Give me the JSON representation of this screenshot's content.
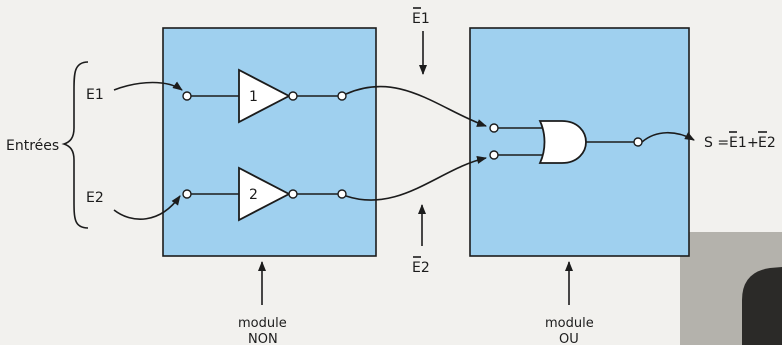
{
  "inputs_label": "Entrées",
  "inputs": [
    "E1",
    "E2"
  ],
  "modules": [
    {
      "label_top": "module",
      "label_bottom": "NON",
      "fill": "#9fd0ef"
    },
    {
      "label_top": "module",
      "label_bottom": "OU",
      "fill": "#9fd0ef"
    }
  ],
  "gates": [
    {
      "type": "NOT",
      "label": "1"
    },
    {
      "type": "NOT",
      "label": "2"
    },
    {
      "type": "OR",
      "label": ""
    }
  ],
  "signals": {
    "top": "E1",
    "bottom": "E2"
  },
  "output": {
    "prefix": "S = ",
    "term1": "E1",
    "plus": " + ",
    "term2": "E2"
  },
  "colors": {
    "module_fill": "#9fd0ef",
    "line": "#1c1c1c",
    "background": "#f2f1ee"
  }
}
